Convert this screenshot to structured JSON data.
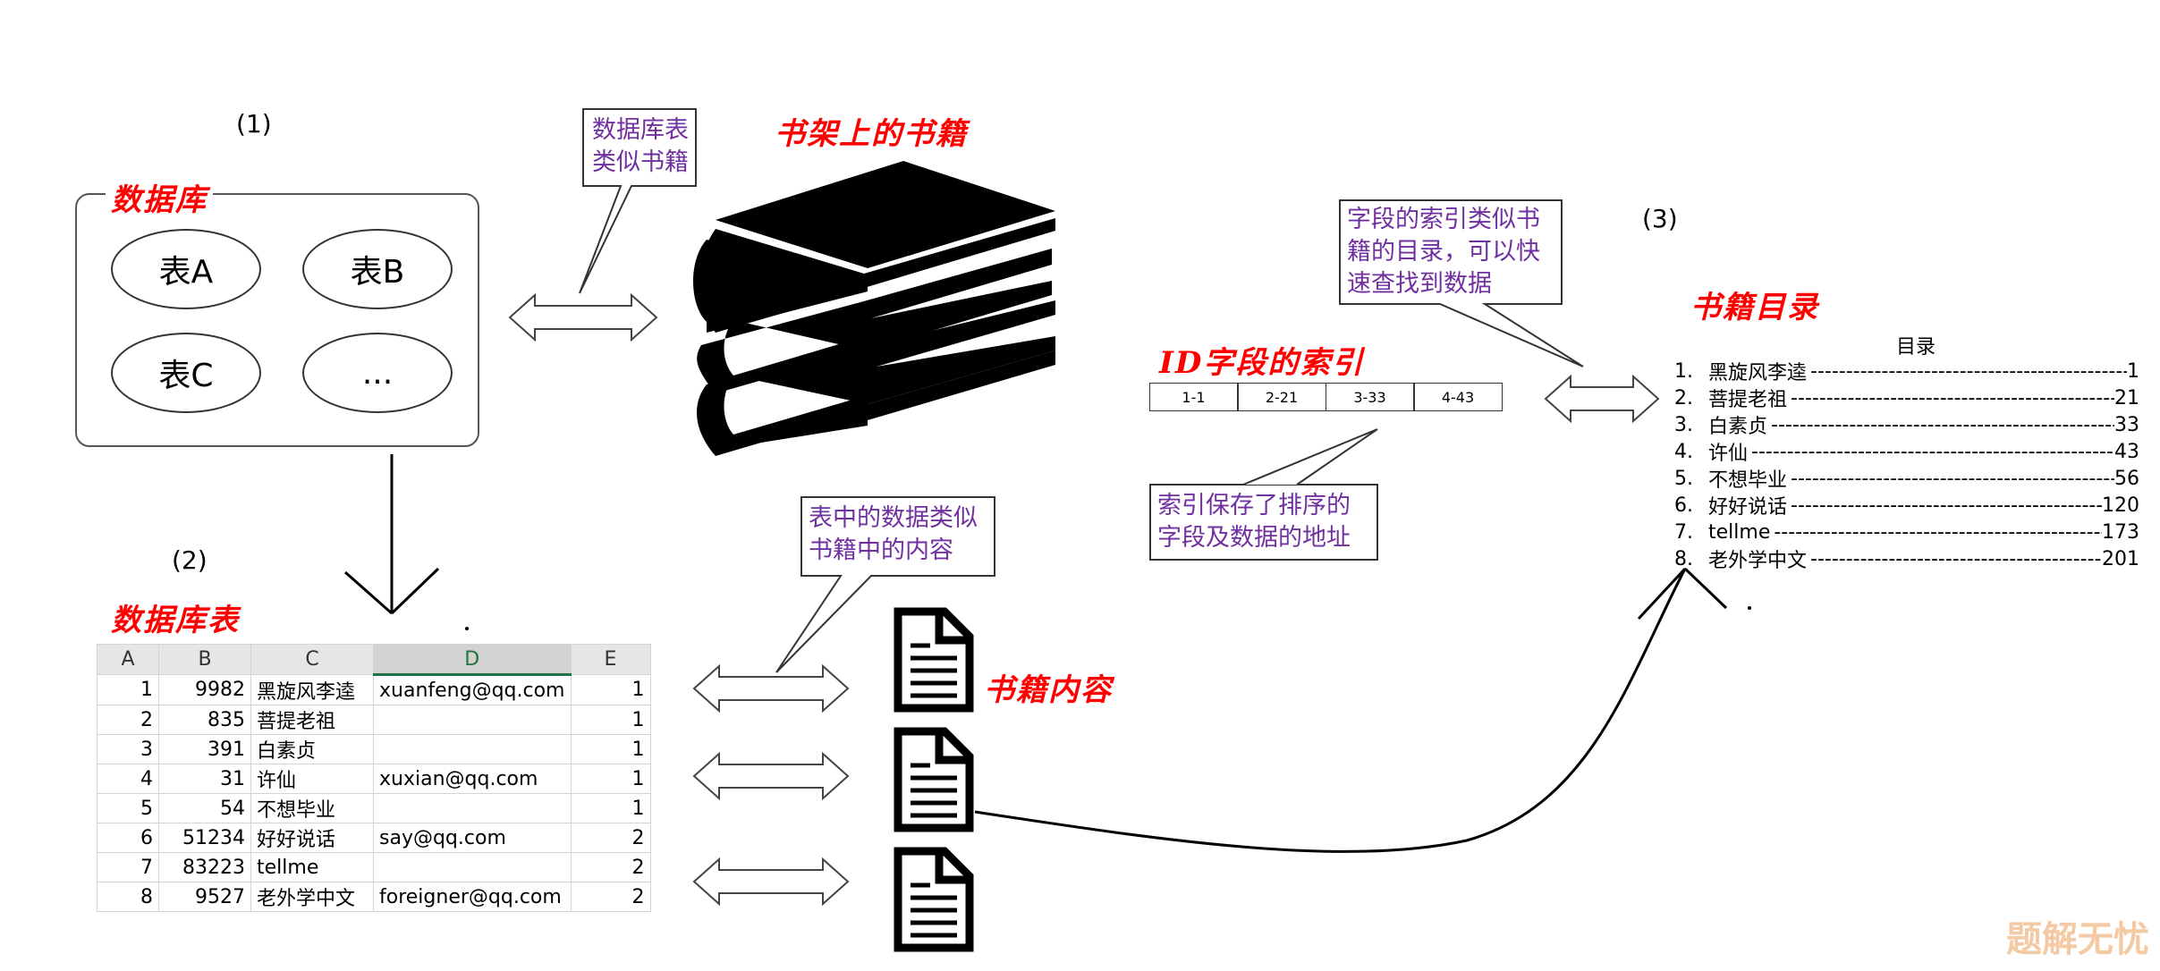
{
  "labels": {
    "num1": "(1)",
    "num2": "(2)",
    "num3": "(3)",
    "database": "数据库",
    "database_table": "数据库表",
    "books_on_shelf": "书架上的书籍",
    "book_content": "书籍内容",
    "book_toc": "书籍目录",
    "id_index": "ID字段的索引"
  },
  "db_tables": [
    "表A",
    "表B",
    "表C",
    "..."
  ],
  "callouts": {
    "table_like_book": [
      "数据库表",
      "类似书籍"
    ],
    "data_like_content": [
      "表中的数据类似",
      "书籍中的内容"
    ],
    "index_like_toc": [
      "字段的索引类似书",
      "籍的目录，可以快",
      "速查找到数据"
    ],
    "index_stores": [
      "索引保存了排序的",
      "字段及数据的地址"
    ]
  },
  "index_cells": [
    "1-1",
    "2-21",
    "3-33",
    "4-43"
  ],
  "sheet": {
    "headers": [
      "A",
      "B",
      "C",
      "D",
      "E"
    ],
    "rows": [
      [
        "1",
        "9982",
        "黑旋风李逵",
        "xuanfeng@qq.com",
        "1"
      ],
      [
        "2",
        "835",
        "菩提老祖",
        "",
        "1"
      ],
      [
        "3",
        "391",
        "白素贞",
        "",
        "1"
      ],
      [
        "4",
        "31",
        "许仙",
        "xuxian@qq.com",
        "1"
      ],
      [
        "5",
        "54",
        "不想毕业",
        "",
        "1"
      ],
      [
        "6",
        "51234",
        "好好说话",
        "say@qq.com",
        "2"
      ],
      [
        "7",
        "83223",
        "tellme",
        "",
        "2"
      ],
      [
        "8",
        "9527",
        "老外学中文",
        "foreigner@qq.com",
        "2"
      ]
    ]
  },
  "toc": {
    "title": "目录",
    "items": [
      {
        "num": "1.",
        "name": "黑旋风李逵",
        "page": "1"
      },
      {
        "num": "2.",
        "name": "菩提老祖",
        "page": "21"
      },
      {
        "num": "3.",
        "name": "白素贞",
        "page": "33"
      },
      {
        "num": "4.",
        "name": "许仙",
        "page": "43"
      },
      {
        "num": "5.",
        "name": "不想毕业",
        "page": "56"
      },
      {
        "num": "6.",
        "name": "好好说话",
        "page": "120"
      },
      {
        "num": "7.",
        "name": "tellme",
        "page": "173"
      },
      {
        "num": "8.",
        "name": "老外学中文",
        "page": "201"
      }
    ]
  },
  "watermark": "题解无忧",
  "colors": {
    "red": "#ff0000",
    "purple": "#7030a0"
  }
}
